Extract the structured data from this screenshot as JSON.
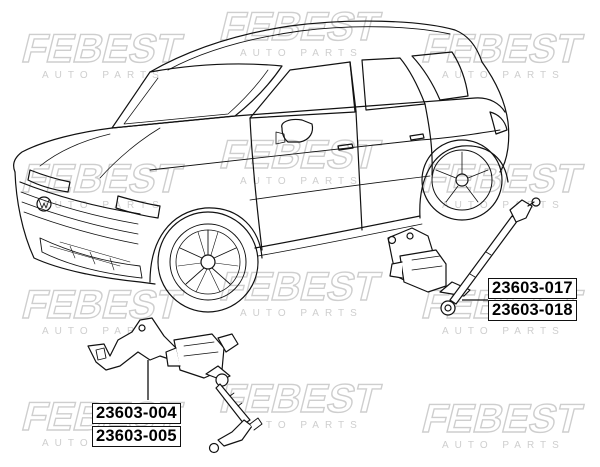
{
  "watermark": {
    "brand": "FEBEST",
    "tagline": "AUTO PARTS",
    "color": "#c9c9c9"
  },
  "callouts": {
    "rear_sensor": [
      "23603-017",
      "23603-018"
    ],
    "front_sensor": [
      "23603-004",
      "23603-005"
    ]
  },
  "colors": {
    "line": "#111111",
    "background": "#ffffff"
  }
}
